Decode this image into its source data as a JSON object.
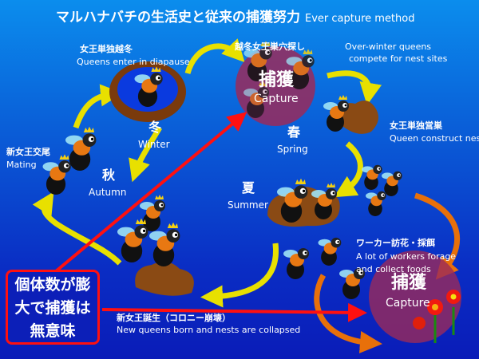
{
  "title": {
    "jp": "マルハナバチの生活史と従来の捕獲努力",
    "en": "Ever capture method"
  },
  "winter": {
    "label_jp": "女王単独越冬",
    "label_en": "Queens enter in diapause",
    "season_jp": "冬",
    "season_en": "Winter"
  },
  "spring": {
    "label_jp": "越冬女王巣穴探し",
    "label_en_1": "Over-winter queens",
    "label_en_2": "compete for nest sites",
    "season_jp": "春",
    "season_en": "Spring",
    "nest_jp": "女王単独営巣",
    "nest_en": "Queen construct nest"
  },
  "autumn": {
    "label_jp": "新女王交尾",
    "label_en": "Mating",
    "season_jp": "秋",
    "season_en": "Autumn"
  },
  "summer": {
    "season_jp": "夏",
    "season_en": "Summer",
    "label_jp": "ワーカー訪花・採餌",
    "label_en_1": "A lot of workers forage",
    "label_en_2": "and collect foods"
  },
  "collapse": {
    "label_jp": "新女王誕生（コロニー崩壊）",
    "label_en": "New queens born and nests are collapsed"
  },
  "capture": {
    "jp": "捕獲",
    "en": "Capture"
  },
  "warning": {
    "line1": "個体数が膨",
    "line2": "大で捕獲は",
    "line3": "無意味"
  },
  "colors": {
    "capture_circle": "#9a2a5a",
    "arrow_red": "#ff1010",
    "arrow_yellow": "#e8e000",
    "arrow_orange": "#e8700a",
    "nest_brown": "#8a4a14"
  }
}
